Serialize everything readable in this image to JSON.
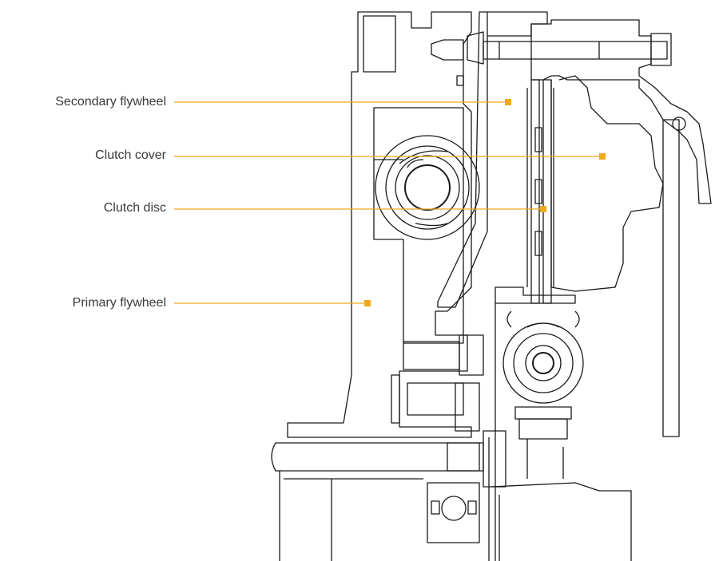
{
  "labels": {
    "secondary_flywheel": "Secondary flywheel",
    "clutch_cover": "Clutch cover",
    "clutch_disc": "Clutch disc",
    "primary_flywheel": "Primary flywheel"
  },
  "colors": {
    "leader": "#f0a81c",
    "line": "#1a1a1a",
    "text": "#3a3a3a",
    "background": "#ffffff"
  }
}
